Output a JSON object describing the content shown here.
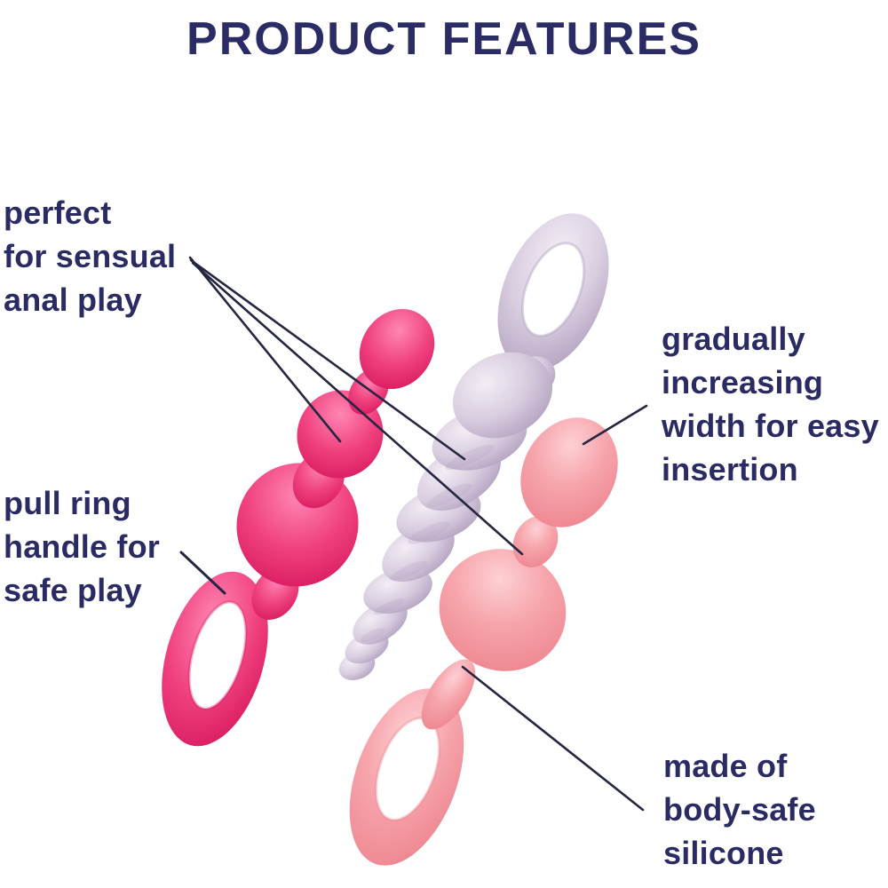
{
  "title": "PRODUCT FEATURES",
  "annotations": {
    "perfect": {
      "lines": [
        "perfect",
        "for sensual",
        "anal play"
      ]
    },
    "pull_ring": {
      "lines": [
        "pull ring",
        "handle for",
        "safe play"
      ]
    },
    "gradual_width": {
      "lines": [
        "gradually",
        "increasing",
        "width for easy",
        "insertion"
      ]
    },
    "body_safe": {
      "lines": [
        "made of",
        "body-safe",
        "silicone"
      ]
    }
  },
  "products": [
    {
      "name": "pink beaded plug with pull ring",
      "color": "#f0417f"
    },
    {
      "name": "lavender spiral plug with pull ring",
      "color": "#d8ccdf"
    },
    {
      "name": "salmon double-bulb plug with pull ring",
      "color": "#f6a3aa"
    }
  ],
  "colors": {
    "background": "#ffffff",
    "heading": "#2b2c66",
    "text": "#2b2b64",
    "callout_line": "#252641",
    "pink_light": "#ff86b3",
    "pink_base": "#f0417f",
    "pink_dark": "#d81b60",
    "lavender_light": "#f3eef5",
    "lavender_base": "#d8ccdf",
    "lavender_dark": "#b3a2c0",
    "salmon_light": "#fdd0d4",
    "salmon_base": "#f6a3aa",
    "salmon_dark": "#ee8791"
  }
}
